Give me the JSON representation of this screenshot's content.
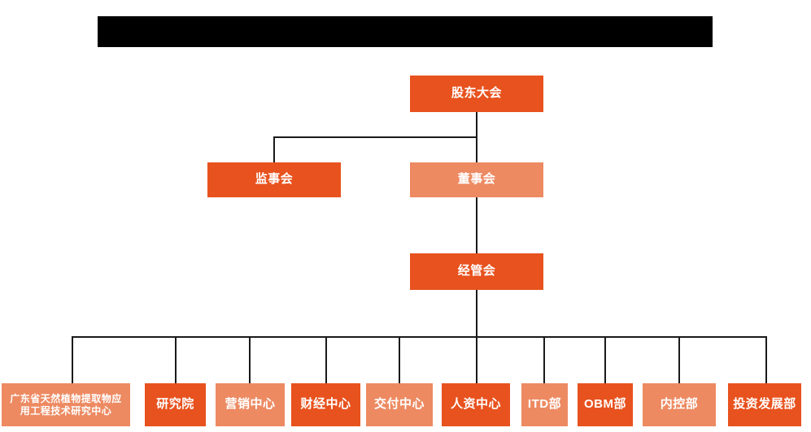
{
  "page": {
    "title_bar": {
      "name": "redacted-title-bar",
      "color": "#000000",
      "label": ""
    },
    "background_color": "#ffffff",
    "palette": {
      "dark_orange": "#E8521E",
      "light_orange": "#ED8A62",
      "connector": "#1a1a1a",
      "text": "#ffffff"
    }
  },
  "chart_data": {
    "type": "diagram",
    "title": "",
    "nodes": [
      {
        "id": "shareholders",
        "label": "股东大会",
        "shade": "dark",
        "level": 0
      },
      {
        "id": "supervisory",
        "label": "监事会",
        "shade": "dark",
        "level": 1
      },
      {
        "id": "board",
        "label": "董事会",
        "shade": "light",
        "level": 1
      },
      {
        "id": "management",
        "label": "经管会",
        "shade": "dark",
        "level": 2
      },
      {
        "id": "research-ctr",
        "label": "广东省天然植物提取物应\n用工程技术研究中心",
        "shade": "light",
        "level": 3
      },
      {
        "id": "institute",
        "label": "研究院",
        "shade": "dark",
        "level": 3
      },
      {
        "id": "marketing",
        "label": "营销中心",
        "shade": "light",
        "level": 3
      },
      {
        "id": "finance",
        "label": "财经中心",
        "shade": "dark",
        "level": 3
      },
      {
        "id": "delivery",
        "label": "交付中心",
        "shade": "light",
        "level": 3
      },
      {
        "id": "hr",
        "label": "人资中心",
        "shade": "dark",
        "level": 3
      },
      {
        "id": "itd",
        "label": "ITD部",
        "shade": "light",
        "level": 3
      },
      {
        "id": "obm",
        "label": "OBM部",
        "shade": "dark",
        "level": 3
      },
      {
        "id": "internal-ctl",
        "label": "内控部",
        "shade": "light",
        "level": 3
      },
      {
        "id": "investment",
        "label": "投资发展部",
        "shade": "dark",
        "level": 3
      }
    ],
    "edges": [
      {
        "from": "shareholders",
        "to": "supervisory"
      },
      {
        "from": "shareholders",
        "to": "board"
      },
      {
        "from": "board",
        "to": "management"
      },
      {
        "from": "management",
        "to": "research-ctr"
      },
      {
        "from": "management",
        "to": "institute"
      },
      {
        "from": "management",
        "to": "marketing"
      },
      {
        "from": "management",
        "to": "finance"
      },
      {
        "from": "management",
        "to": "delivery"
      },
      {
        "from": "management",
        "to": "hr"
      },
      {
        "from": "management",
        "to": "itd"
      },
      {
        "from": "management",
        "to": "obm"
      },
      {
        "from": "management",
        "to": "internal-ctl"
      },
      {
        "from": "management",
        "to": "investment"
      }
    ]
  }
}
